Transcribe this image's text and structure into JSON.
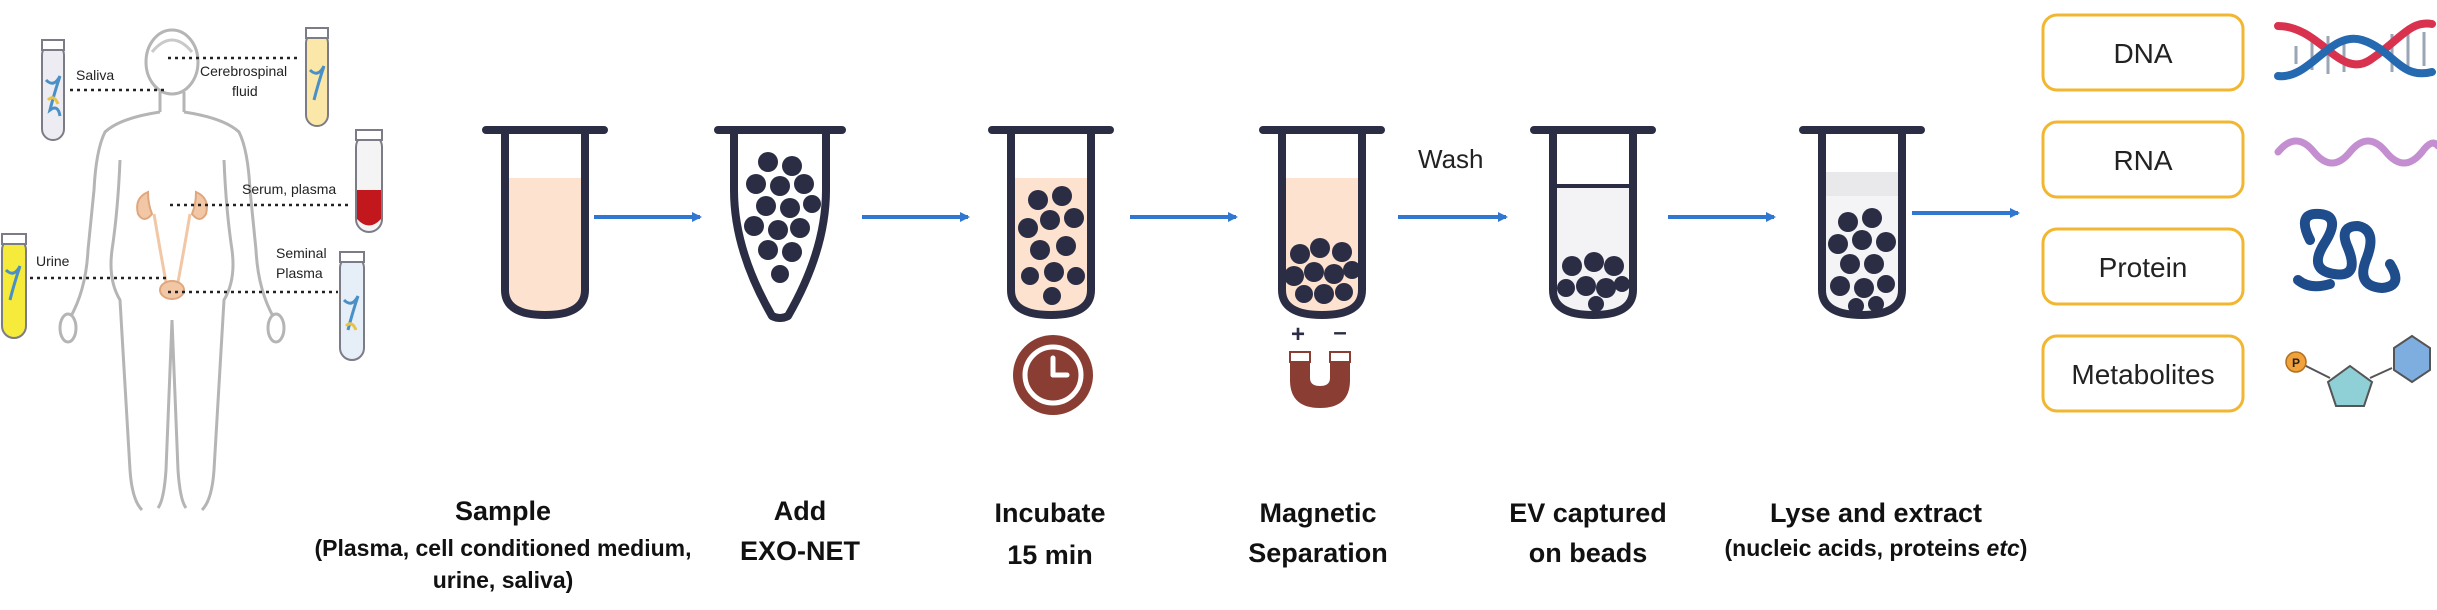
{
  "body_labels": {
    "saliva": "Saliva",
    "csf_line1": "Cerebrospinal",
    "csf_line2": "fluid",
    "serum": "Serum, plasma",
    "urine": "Urine",
    "seminal_line1": "Seminal",
    "seminal_line2": "Plasma"
  },
  "wash_label": "Wash",
  "steps": [
    {
      "title": "Sample",
      "line2": "(Plasma, cell conditioned medium,",
      "line3": "urine, saliva)"
    },
    {
      "title": "Add",
      "line2": "EXO-NET"
    },
    {
      "title": "Incubate",
      "line2": "15 min"
    },
    {
      "title": "Magnetic",
      "line2": "Separation"
    },
    {
      "title": "EV captured",
      "line2": "on beads"
    },
    {
      "title": "Lyse and extract",
      "line2": "(nucleic acids, proteins ",
      "line2_italic": "etc",
      "line2_end": ")"
    }
  ],
  "magnet_signs": {
    "plus": "+",
    "minus": "–"
  },
  "outputs": [
    "DNA",
    "RNA",
    "Protein",
    "Metabolites"
  ],
  "metabolite_p_label": "P",
  "colors": {
    "tube_outline": "#2b2d45",
    "sample_fill": "#fde3cf",
    "bead": "#2b2d45",
    "arrow": "#2f77d0",
    "clock": "#8a3e33",
    "magnet": "#8a3e33",
    "output_box_border": "#f2b731",
    "dna_red": "#d9324f",
    "dna_blue": "#2569b0",
    "rna": "#c48fd0",
    "protein": "#1f4d8c",
    "metabolite_pentagon": "#8fd0d6",
    "metabolite_hexagon": "#7eaee0",
    "metabolite_p": "#f2a23a"
  }
}
